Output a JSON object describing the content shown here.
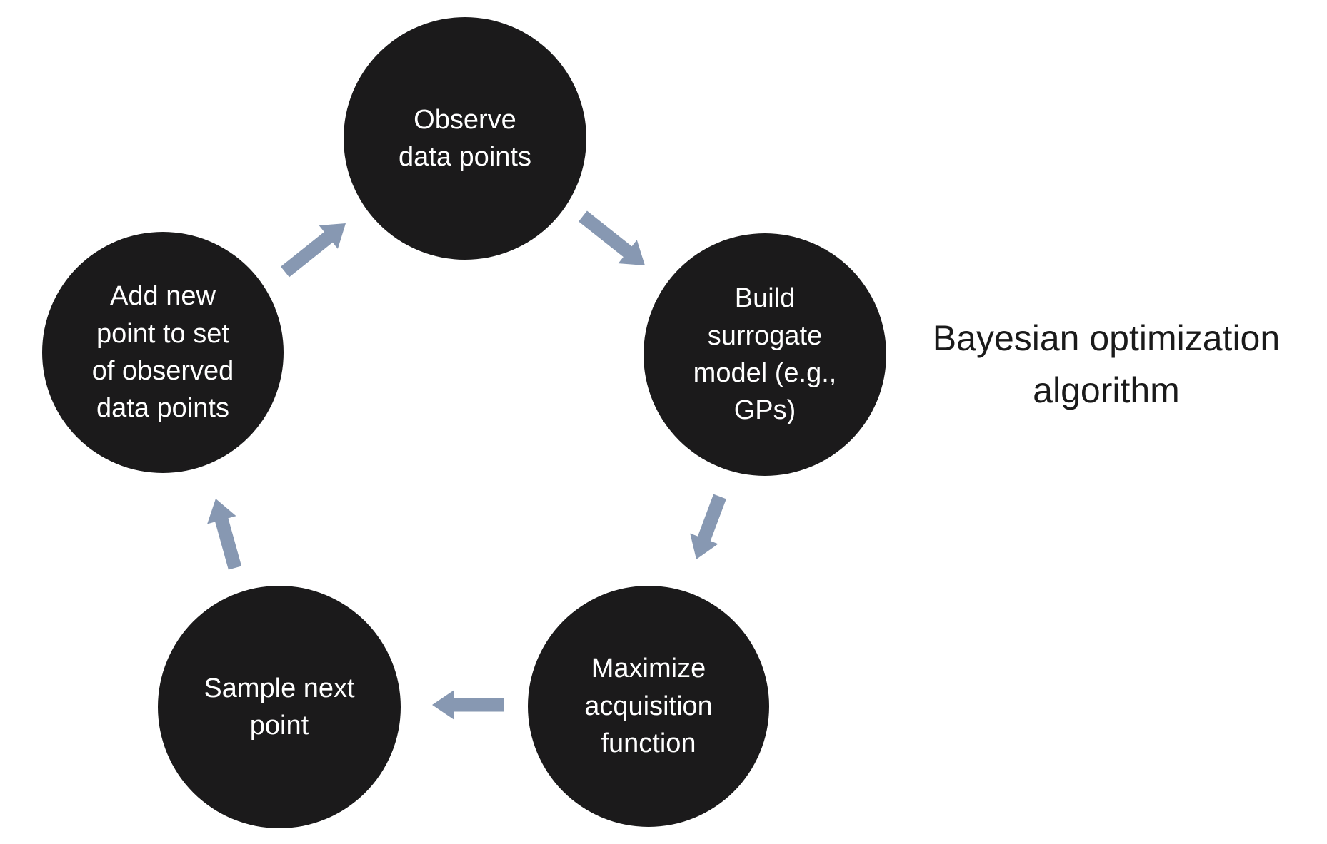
{
  "title": "Bayesian optimization\nalgorithm",
  "colors": {
    "node_fill": "#1b1a1b",
    "node_text": "#ffffff",
    "arrow_fill": "#8798b2",
    "title_text": "#1a1a1a",
    "background": "#ffffff"
  },
  "cycle": {
    "nodes": [
      {
        "id": "observe",
        "label": "Observe\ndata points"
      },
      {
        "id": "build-surrogate",
        "label": "Build\nsurrogate\nmodel (e.g.,\nGPs)"
      },
      {
        "id": "maximize-acquisition",
        "label": "Maximize\nacquisition\nfunction"
      },
      {
        "id": "sample-next",
        "label": "Sample next\npoint"
      },
      {
        "id": "add-new-point",
        "label": "Add new\npoint to set\nof observed\ndata points"
      }
    ],
    "arrows": [
      {
        "from": "observe",
        "to": "build-surrogate"
      },
      {
        "from": "build-surrogate",
        "to": "maximize-acquisition"
      },
      {
        "from": "maximize-acquisition",
        "to": "sample-next"
      },
      {
        "from": "sample-next",
        "to": "add-new-point"
      },
      {
        "from": "add-new-point",
        "to": "observe"
      }
    ]
  }
}
